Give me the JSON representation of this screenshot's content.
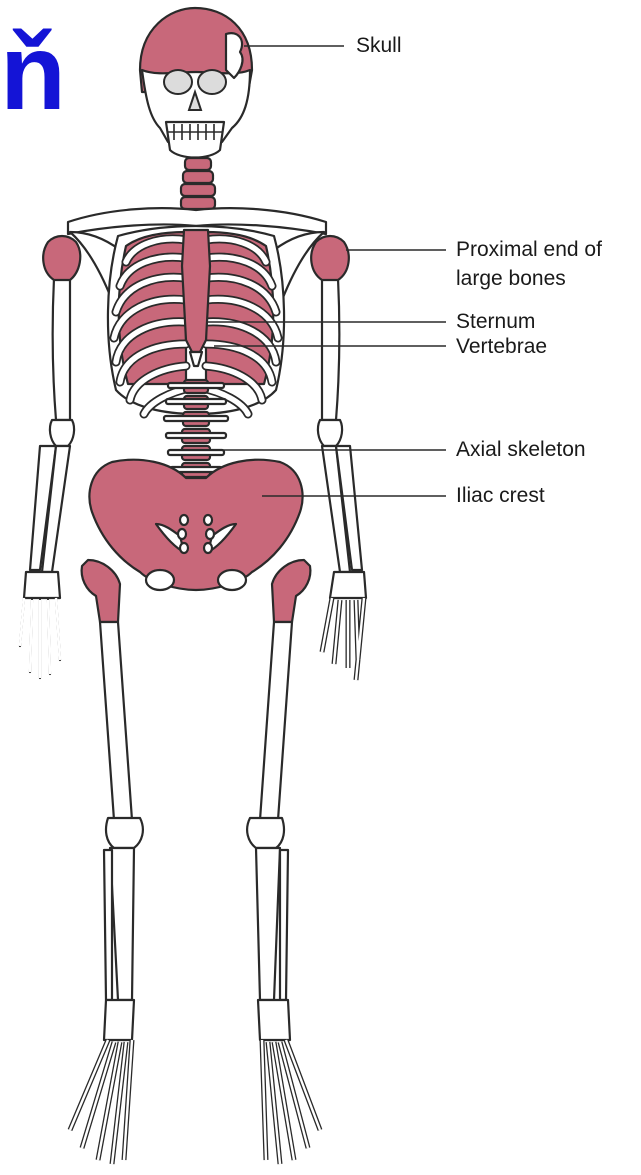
{
  "corner_glyph": "ň",
  "accent_color": "#c8687a",
  "glyph_color": "#1414d6",
  "labels": {
    "skull": "Skull",
    "proximal_1": "Proximal end of",
    "proximal_2": "large bones",
    "sternum": "Sternum",
    "vertebrae": "Vertebrae",
    "axial": "Axial skeleton",
    "iliac": "Iliac crest"
  }
}
